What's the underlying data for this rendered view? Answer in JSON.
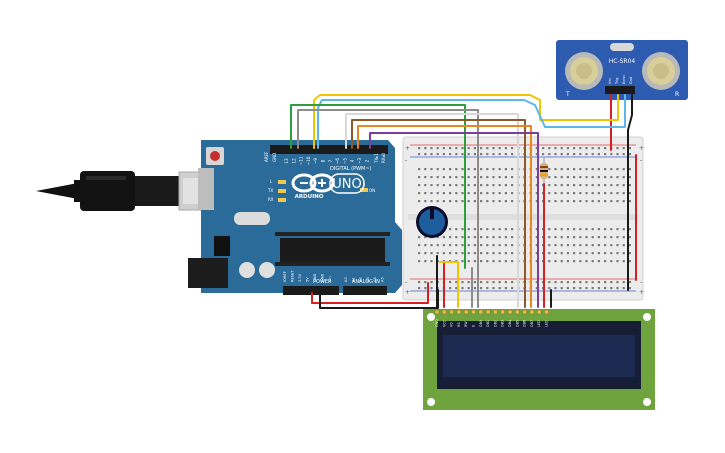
{
  "arduino": {
    "brand": "ARDUINO",
    "model": "UNO",
    "digital_header": "DIGITAL (PWM~)",
    "power_header": "POWER",
    "analog_header": "ANALOG IN",
    "led_l": "L",
    "led_tx": "TX",
    "led_rx": "RX",
    "led_on": "ON",
    "aref": "AREF",
    "gnd": "GND",
    "tx_pin": "TX▸1",
    "rx_pin": "RX◂0",
    "digital_pins": [
      "13",
      "12",
      "~11",
      "~10",
      "~9",
      "8",
      "7",
      "~6",
      "~5",
      "4",
      "~3",
      "2"
    ],
    "power_pins": [
      "IOREF",
      "RESET",
      "3.3V",
      "5V",
      "GND",
      "GND",
      "Vin"
    ],
    "analog_pins": [
      "A0",
      "A1",
      "A2",
      "A3",
      "A4",
      "A5"
    ]
  },
  "sensor": {
    "model": "HC-SR04",
    "pins": [
      "Vcc",
      "Trig",
      "Echo",
      "Gnd"
    ],
    "left_mark": "T",
    "right_mark": "R"
  },
  "lcd": {
    "pins": [
      "GND",
      "VCC",
      "V0",
      "RS",
      "RW",
      "E",
      "DB0",
      "DB1",
      "DB2",
      "DB3",
      "DB4",
      "DB5",
      "DB6",
      "DB7",
      "LED",
      "LED"
    ]
  },
  "colors": {
    "arduino_board": "#2b6b9a",
    "breadboard": "#ececec",
    "sensor_board": "#2d5bb0",
    "lcd_board": "#6fa33d",
    "lcd_screen": "#1d2a52",
    "wire_red": "#d81f1f",
    "wire_black": "#1a1a1a",
    "wire_green": "#2e9e3a",
    "wire_blue": "#5bb8e6",
    "wire_gray": "#8c8c8c",
    "wire_yellow": "#f0c400",
    "wire_orange": "#e8871e",
    "wire_brown": "#8a5a2b",
    "wire_purple": "#7a3f9e",
    "wire_white": "#d8d8d8"
  }
}
